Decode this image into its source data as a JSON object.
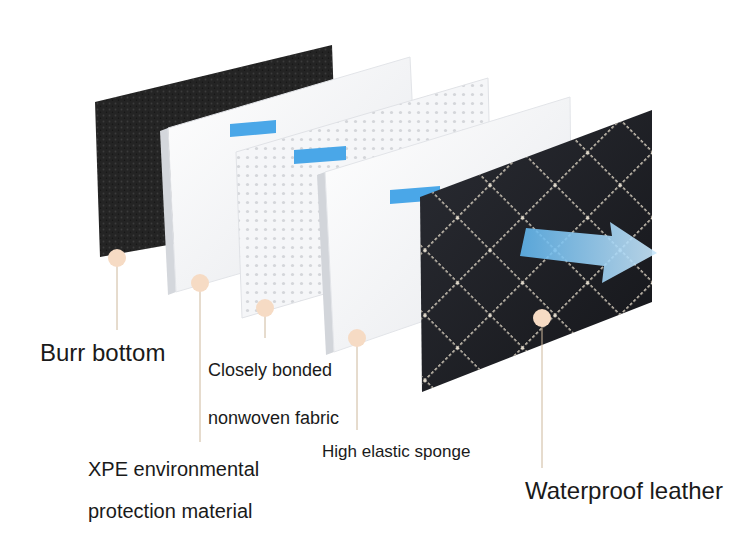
{
  "diagram": {
    "labels": [
      "Burr bottom",
      "Closely bonded nonwoven fabric",
      "XPE environmental protection material",
      "High elastic sponge",
      "Waterproof leather"
    ]
  }
}
